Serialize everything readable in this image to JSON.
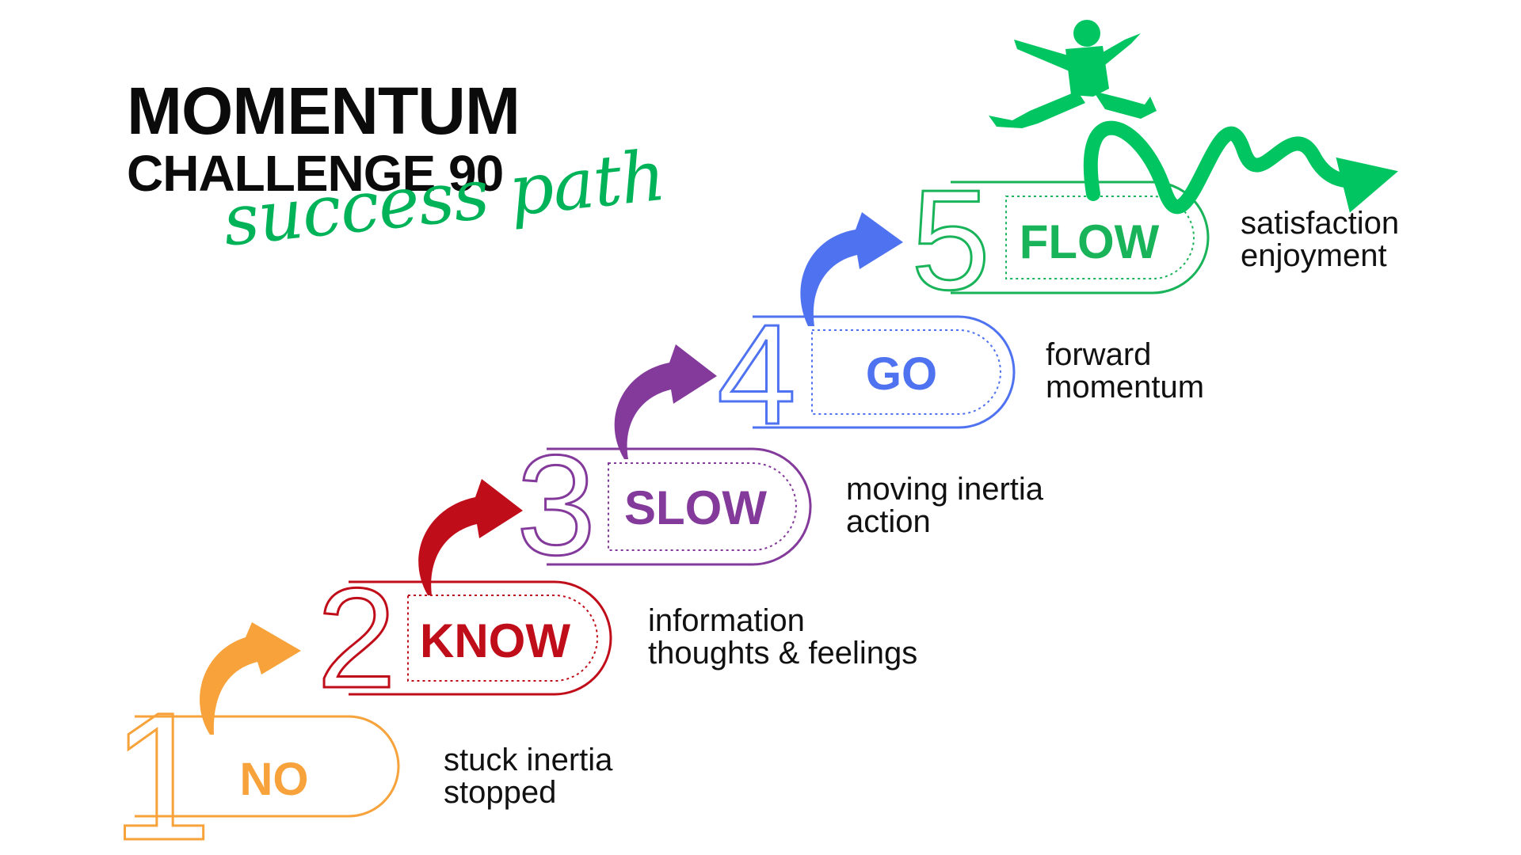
{
  "title": {
    "line1": "MOMENTUM",
    "line2": "CHALLENGE 90",
    "tagline": "success path"
  },
  "steps": [
    {
      "number": "1",
      "label": "NO",
      "desc1": "stuck inertia",
      "desc2": "stopped",
      "color": "#f7a23b"
    },
    {
      "number": "2",
      "label": "KNOW",
      "desc1": "information",
      "desc2": "thoughts & feelings",
      "color": "#c00d1a"
    },
    {
      "number": "3",
      "label": "SLOW",
      "desc1": "moving inertia",
      "desc2": "action",
      "color": "#833a9b"
    },
    {
      "number": "4",
      "label": "GO",
      "desc1": "forward",
      "desc2": "momentum",
      "color": "#4f72f0"
    },
    {
      "number": "5",
      "label": "FLOW",
      "desc1": "satisfaction",
      "desc2": "enjoyment",
      "color": "#19b35a"
    }
  ],
  "icons": {
    "figure": "jumping-person-silhouette-icon",
    "arrow": "curved-arrow-icon",
    "squiggle": "squiggle-arrow-icon"
  },
  "accent_color": "#00b359"
}
